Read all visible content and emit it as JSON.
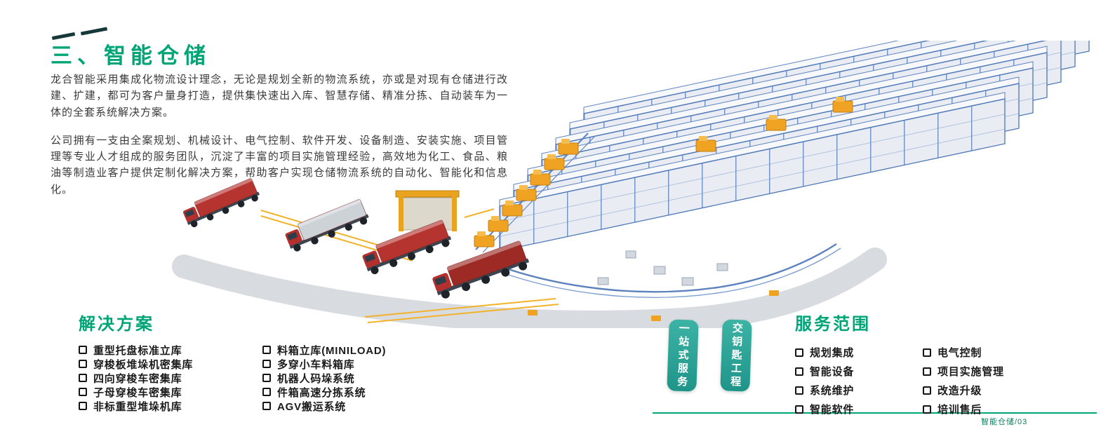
{
  "header": {
    "title": "三、智能仓储"
  },
  "intro": {
    "paragraphs": [
      "龙合智能采用集成化物流设计理念，无论是规划全新的物流系统，亦或是对现有仓储进行改建、扩建，都可为客户量身打造，提供集快速出入库、智慧存储、精准分拣、自动装车为一体的全套系统解决方案。",
      "公司拥有一支由全案规划、机械设计、电气控制、软件开发、设备制造、安装实施、项目管理等专业人才组成的服务团队，沉淀了丰富的项目实施管理经验，高效地为化工、食品、粮油等制造业客户提供定制化解决方案，帮助客户实现仓储物流系统的自动化、智能化和信息化。"
    ]
  },
  "solutions": {
    "title": "解决方案",
    "col1": [
      "重型托盘标准立库",
      "穿梭板堆垛机密集库",
      "四向穿梭车密集库",
      "子母穿梭车密集库",
      "非标重型堆垛机库"
    ],
    "col2": [
      "料箱立库(MINILOAD)",
      "多穿小车料箱库",
      "机器人码垛系统",
      "件箱高速分拣系统",
      "AGV搬运系统"
    ]
  },
  "ribbons": {
    "one_stop": "一站式服务",
    "turnkey": "交钥匙工程"
  },
  "services": {
    "title": "服务范围",
    "col1": [
      "规划集成",
      "智能设备",
      "系统维护",
      "智能软件"
    ],
    "col2": [
      "电气控制",
      "项目实施管理",
      "改造升级",
      "培训售后"
    ]
  },
  "footer": {
    "label": "智能仓储/03"
  },
  "illustration": {
    "label": "automated-warehouse-3d-render",
    "features": [
      "high-bay pallet racking",
      "stacker cranes",
      "conveyor loop",
      "red container trucks",
      "gantry truck loader",
      "yellow shuttles",
      "safety fencing",
      "roadway"
    ]
  },
  "colors": {
    "accent_green": "#00a577",
    "ribbon_teal_top": "#3cb3a5",
    "ribbon_teal_bottom": "#1f9589",
    "rack_blue": "#4d77b5",
    "truck_red": "#b63430",
    "machine_yellow": "#f0a322",
    "text_dark": "#3a3a3a"
  }
}
